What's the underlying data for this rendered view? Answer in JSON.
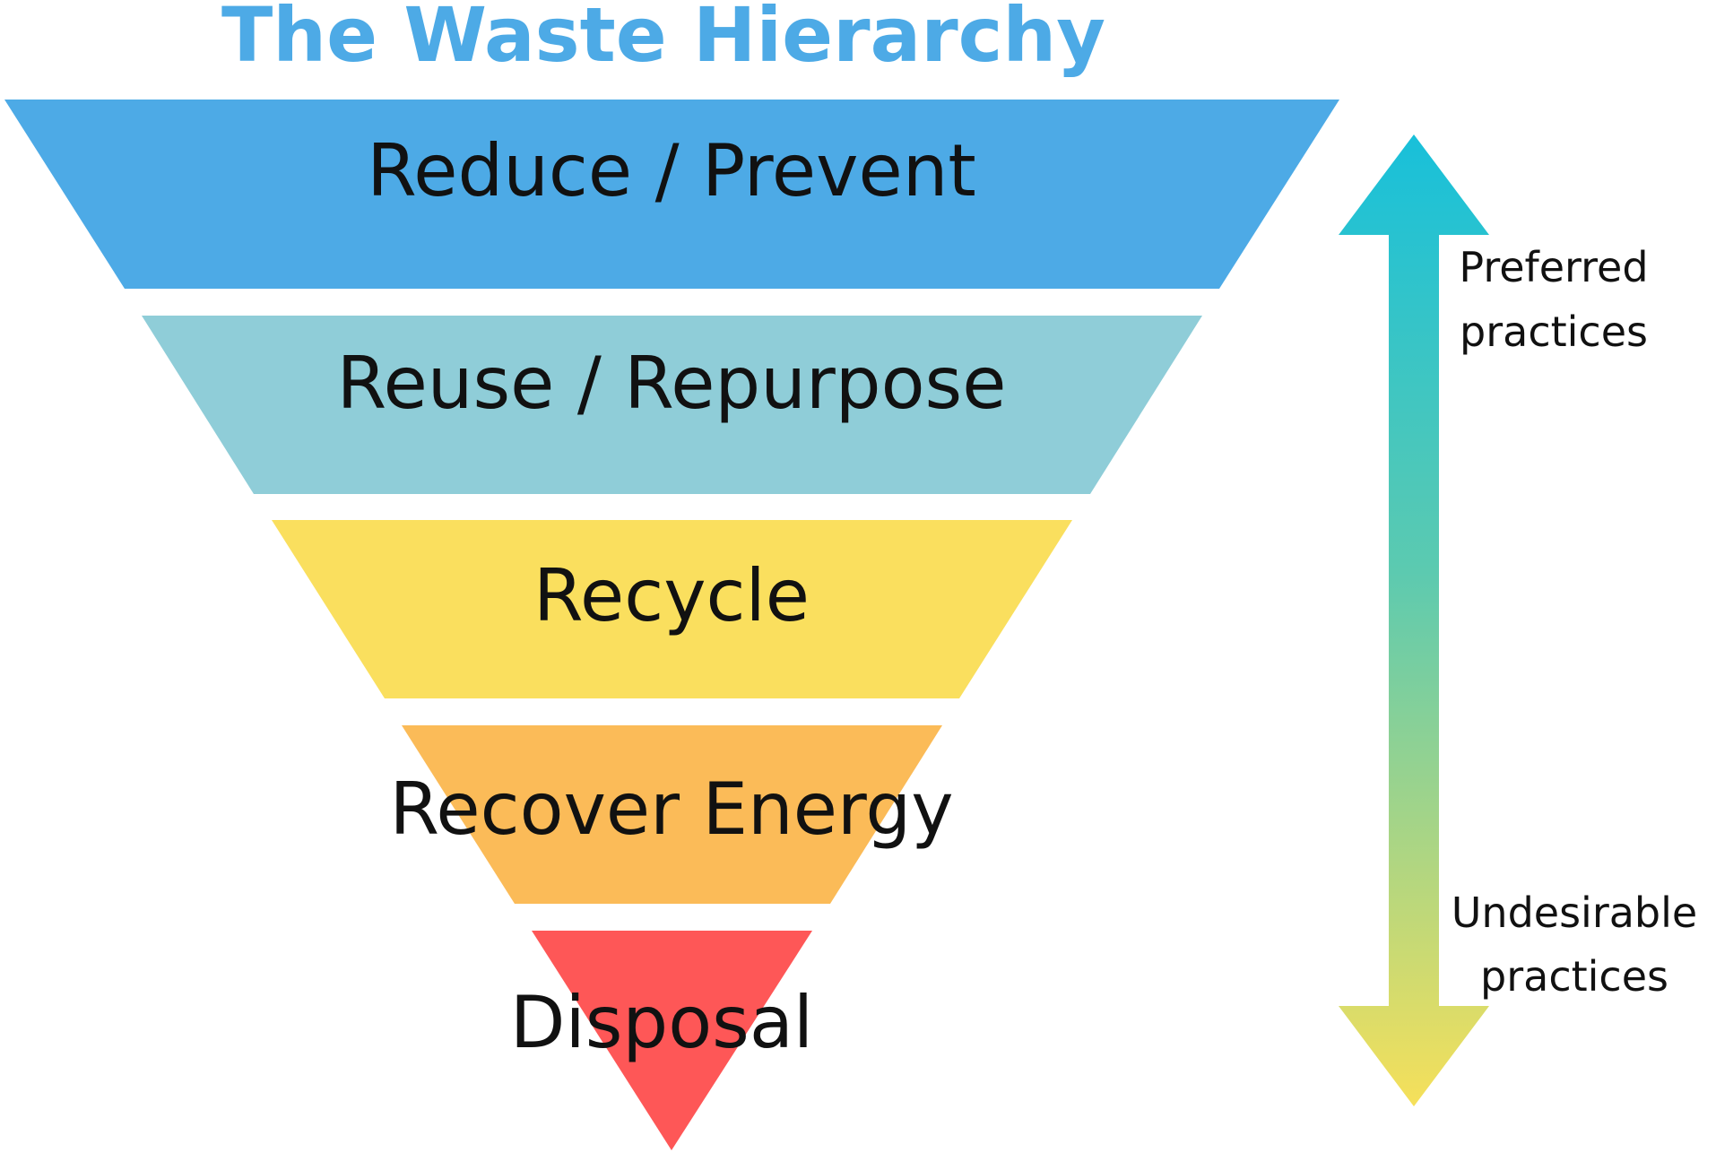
{
  "title": "The Waste Hierarchy",
  "title_color": "#4DAAE6",
  "tiers": [
    {
      "label": "Reduce / Prevent",
      "color": "#4DAAE6"
    },
    {
      "label": "Reuse / Repurpose",
      "color": "#8FCDD8"
    },
    {
      "label": "Recycle",
      "color": "#FADF5E"
    },
    {
      "label": "Recover Energy",
      "color": "#FBBB58"
    },
    {
      "label": "Disposal",
      "color": "#FE5757"
    }
  ],
  "arrow": {
    "top_color": "#18C0DA",
    "mid_color": "#5CCAB0",
    "bottom_color": "#F6E05A",
    "top_label": [
      "Preferred",
      "practices"
    ],
    "bottom_label": [
      "Undesirable",
      "practices"
    ]
  }
}
